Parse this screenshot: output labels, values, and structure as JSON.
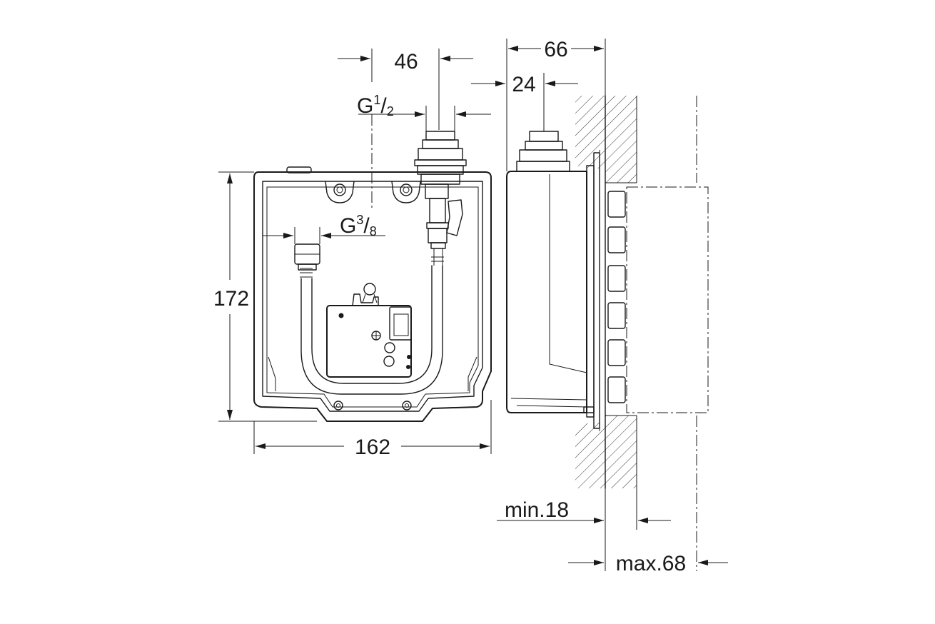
{
  "dimensions": {
    "width_front": "162",
    "height_front": "172",
    "pipe_spacing": "46",
    "depth_side": "66",
    "outlet_offset": "24",
    "wall_min": "min.18",
    "wall_max": "max.68"
  },
  "threads": {
    "top": {
      "letter": "G",
      "numerator": "1",
      "denominator": "2"
    },
    "side": {
      "letter": "G",
      "numerator": "3",
      "denominator": "8"
    }
  }
}
